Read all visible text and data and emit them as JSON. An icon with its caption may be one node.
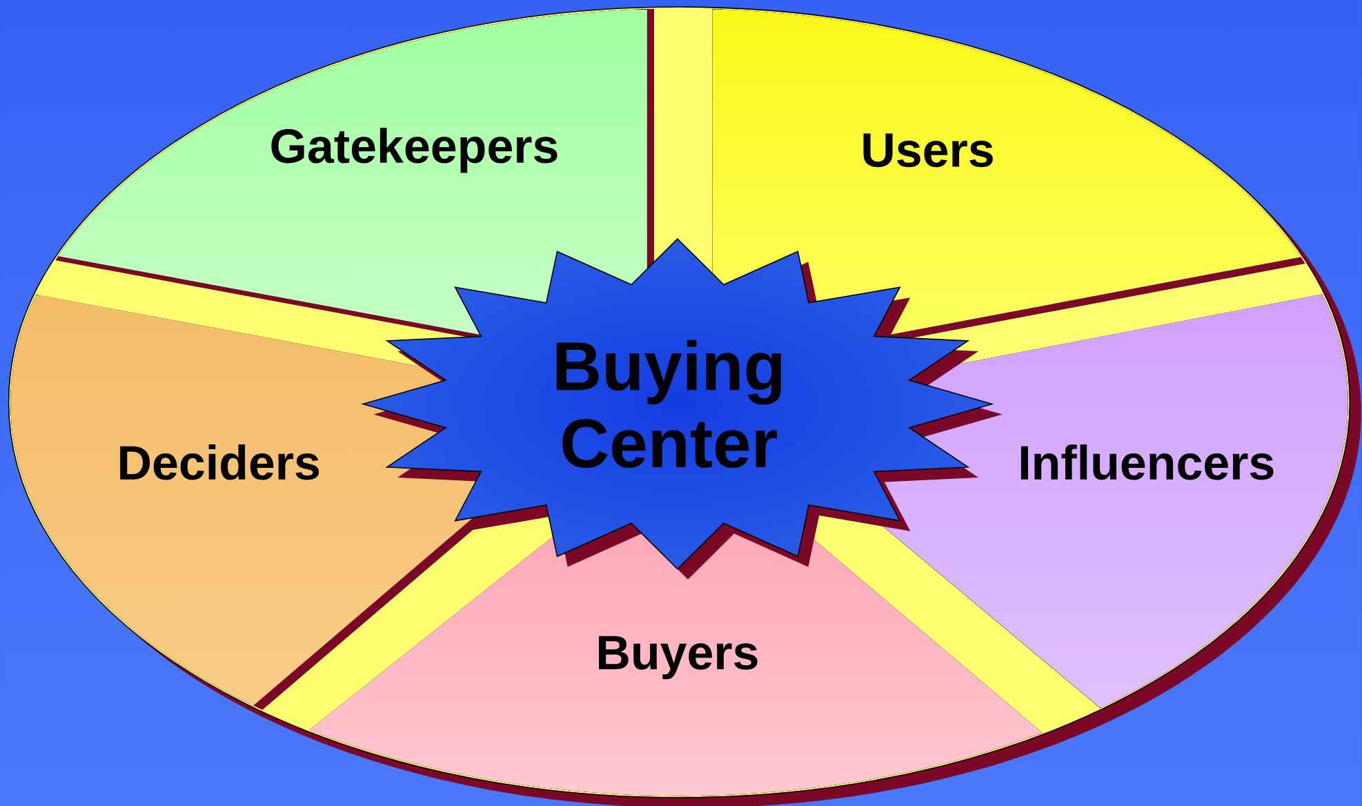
{
  "diagram": {
    "nodes": [
      {
        "text": [
          "Gatekeepers"
        ]
      },
      {
        "text": [
          "Users"
        ]
      },
      {
        "text": [
          "Buying Center"
        ]
      },
      {
        "text": [
          "Deciders"
        ]
      },
      {
        "text": [
          "Influencers"
        ]
      },
      {
        "text": [
          "Buyers"
        ]
      }
    ]
  }
}
